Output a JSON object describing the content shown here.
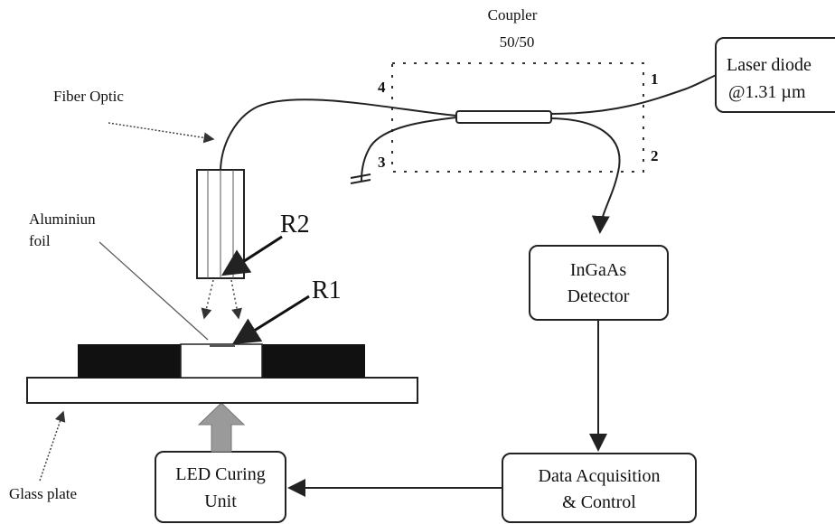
{
  "coupler": {
    "title": "Coupler",
    "ratio": "50/50",
    "ports": [
      "1",
      "2",
      "3",
      "4"
    ]
  },
  "laser": {
    "line1": "Laser diode",
    "line2": "@1.31 µm"
  },
  "detector": {
    "line1": "InGaAs",
    "line2": "Detector"
  },
  "daq": {
    "line1": "Data Acquisition",
    "line2": "& Control"
  },
  "led": {
    "line1": "LED Curing",
    "line2": "Unit"
  },
  "labels": {
    "fiber_optic": "Fiber Optic",
    "aluminium_1": "Aluminiun",
    "aluminium_2": "foil",
    "r2": "R2",
    "r1": "R1",
    "glass_plate": "Glass plate"
  },
  "colors": {
    "stroke": "#222222",
    "black_block": "#111111",
    "arrow_gray": "#9a9a9a"
  }
}
